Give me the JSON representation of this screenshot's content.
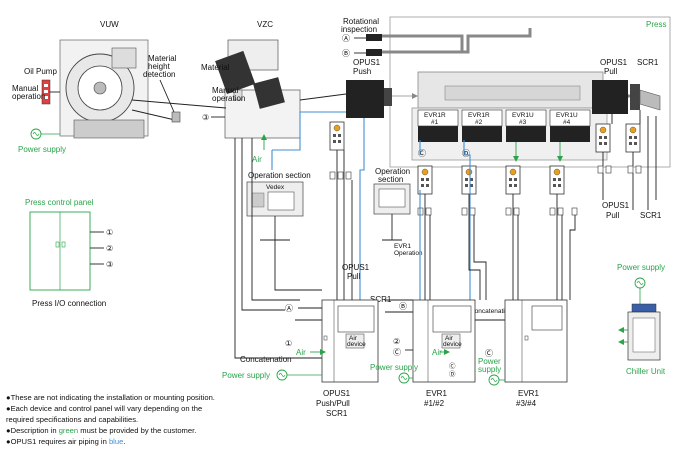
{
  "labels": {
    "vuw": "VUW",
    "vzc": "VZC",
    "oil_pump": "Oil Pump",
    "manual_operation_l1": "Manual",
    "manual_operation_l2": "operation",
    "manual_operation2_l1": "Manual",
    "manual_operation2_l2": "operation",
    "material": "Material",
    "material_height_l1": "Material",
    "material_height_l2": "height",
    "material_height_l3": "detection",
    "rotational_l1": "Rotational",
    "rotational_l2": "inspection",
    "press": "Press",
    "opus1_push_l1": "OPUS1",
    "opus1_push_l2": "Push",
    "opus1_pull_top_l1": "OPUS1",
    "opus1_pull_top_l2": "Pull",
    "scr1_top": "SCR1",
    "evr1r_1_l1": "EVR1R",
    "evr1r_1_l2": "#1",
    "evr1r_2_l1": "EVR1R",
    "evr1r_2_l2": "#2",
    "evr1u_3_l1": "EVR1U",
    "evr1u_3_l2": "#3",
    "evr1u_4_l1": "EVR1U",
    "evr1u_4_l2": "#4",
    "power_supply_left": "Power supply",
    "air_top": "Air",
    "operation_section_1": "Operation section",
    "vedex": "Vedex",
    "operation_section_2_l1": "Operation",
    "operation_section_2_l2": "section",
    "evr1_operation_l1": "EVR1",
    "evr1_operation_l2": "Operation",
    "press_control_panel": "Press control panel",
    "press_io": "Press I/O connection",
    "opus1_pull_mid_l1": "OPUS1",
    "opus1_pull_mid_l2": "Pull",
    "scr1_mid": "SCR1",
    "opus1_pull_right_l1": "OPUS1",
    "opus1_pull_right_l2": "Pull",
    "scr1_right": "SCR1",
    "concatenation": "Concatenation",
    "concatenation_small": "Concatenation",
    "air_cab1": "Air",
    "air_cab2": "Air",
    "air_device_l1": "Air",
    "air_device_l2": "device",
    "air_device2_l1": "Air",
    "air_device2_l2": "device",
    "power_supply_cab1": "Power supply",
    "power_supply_cab2": "Power supply",
    "power_supply_cab3_l1": "Power",
    "power_supply_cab3_l2": "supply",
    "cab1_l1": "OPUS1",
    "cab1_l2": "Push/Pull",
    "cab1_l3": "SCR1",
    "cab2_l1": "EVR1",
    "cab2_l2": "#1/#2",
    "cab3_l1": "EVR1",
    "cab3_l2": "#3/#4",
    "power_supply_chiller": "Power supply",
    "chiller_unit": "Chiller Unit",
    "mark_a": "Ⓐ",
    "mark_b": "Ⓑ",
    "mark_c": "Ⓒ",
    "mark_d": "Ⓓ",
    "mark_1": "①",
    "mark_2": "②",
    "mark_3": "③"
  },
  "notes": [
    {
      "pre": "●These are not indicating the installation or mounting position.",
      "hl": "",
      "post": ""
    },
    {
      "pre": "●Each device and control panel will vary depending on the",
      "hl": "",
      "post": ""
    },
    {
      "pre": "  required specifications and capabilities.",
      "hl": "",
      "post": ""
    },
    {
      "pre": "●Description in ",
      "hl": "green",
      "post": " must be provided by the customer."
    },
    {
      "pre": "●OPUS1 requires air piping in ",
      "hl": "blue",
      "post": "."
    }
  ],
  "colors": {
    "customer": "#2aa44a",
    "air_piping": "#3f8fd6"
  }
}
